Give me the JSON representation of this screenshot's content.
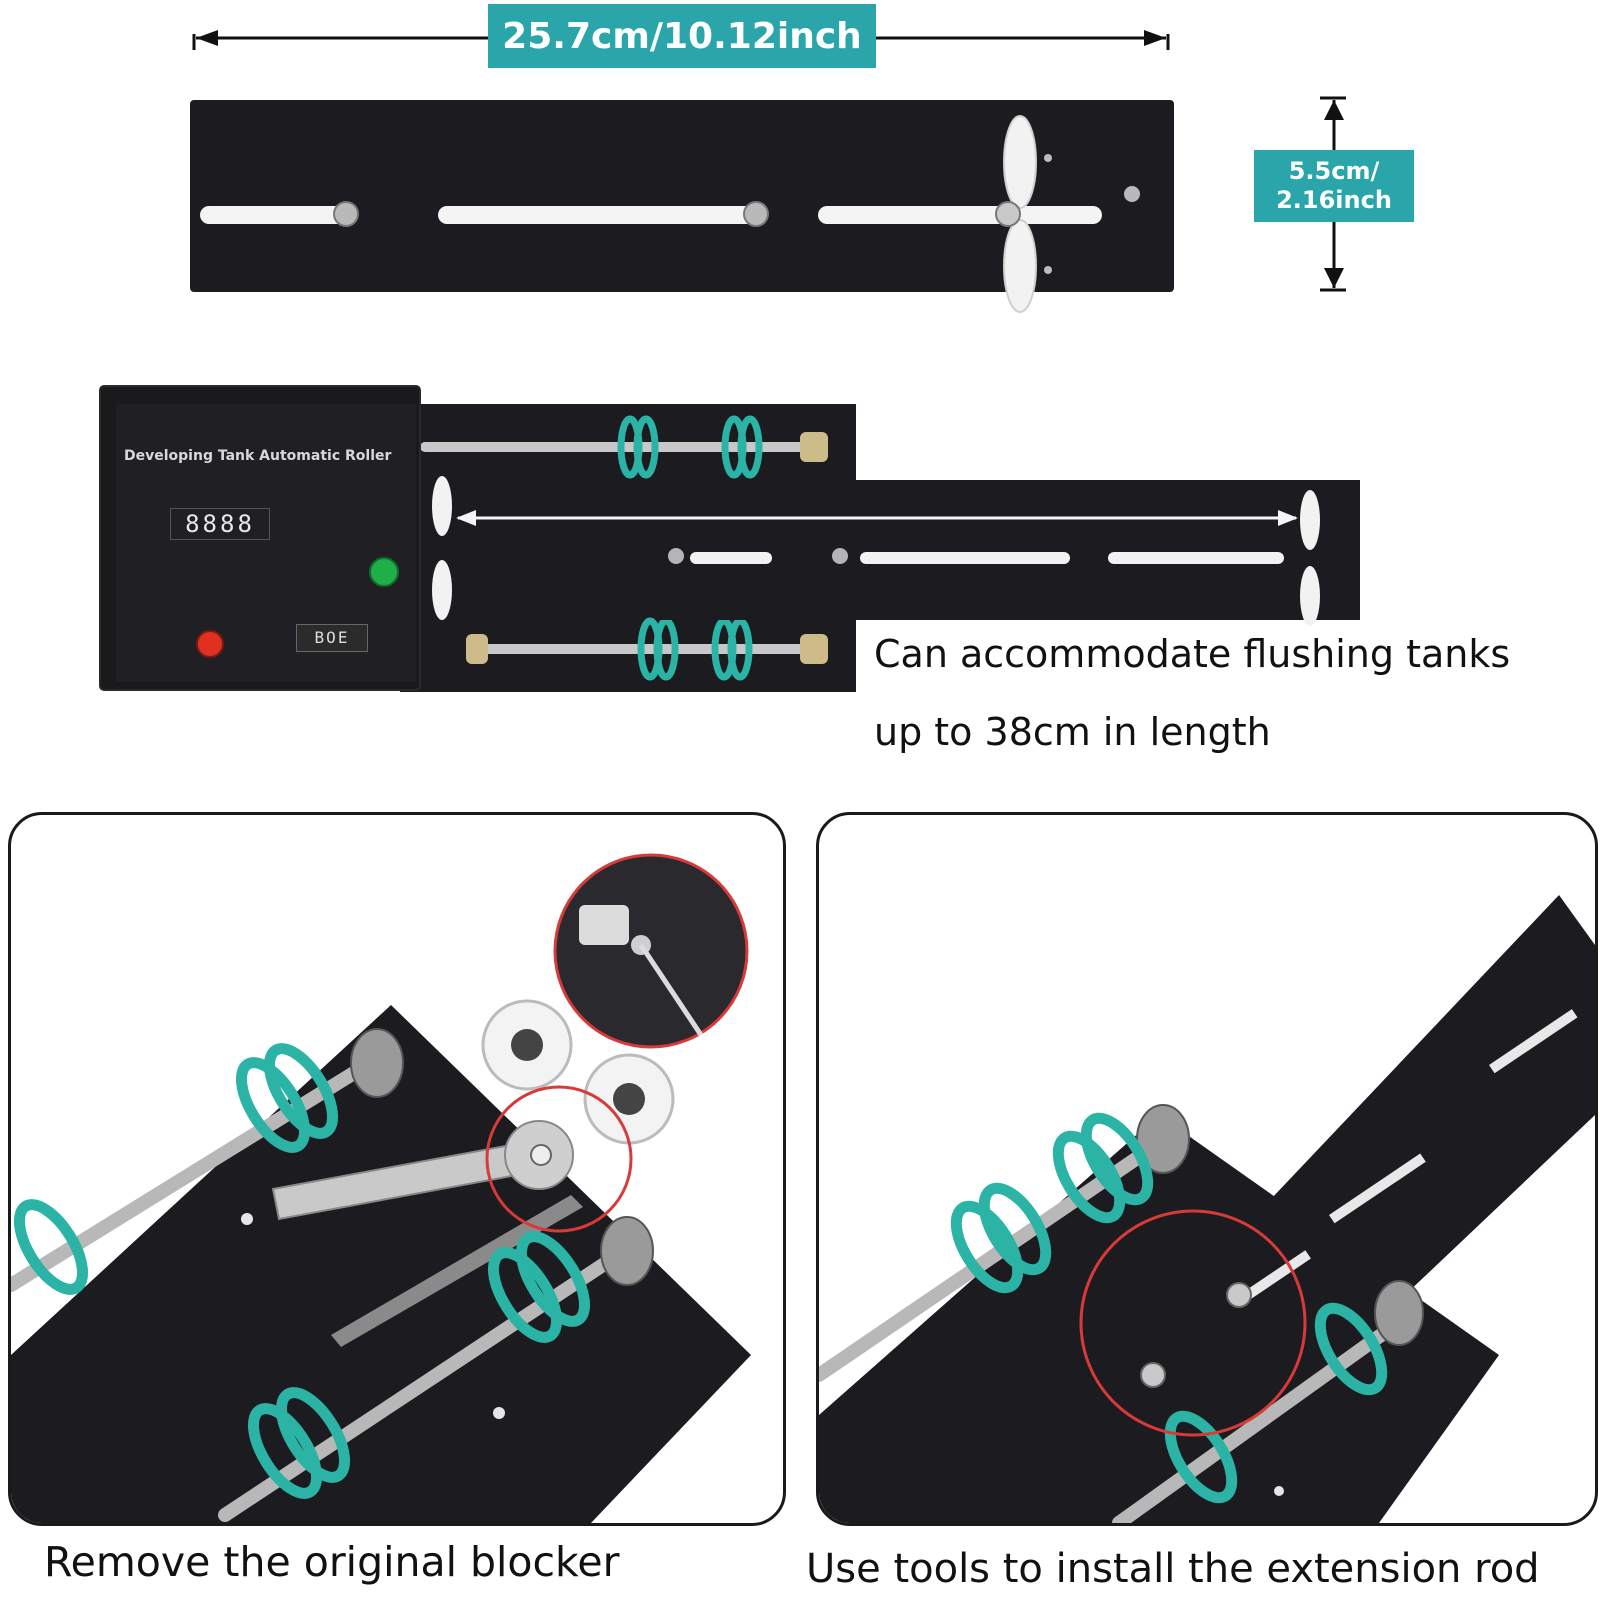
{
  "dimensions": {
    "length_label": "25.7cm/10.12inch",
    "width_label_line1": "5.5cm/",
    "width_label_line2": "2.16inch"
  },
  "device": {
    "title": "Developing Tank Automatic Roller",
    "display_digits": "8888",
    "switch_readout": "BOE"
  },
  "captions": {
    "accommodate_line1": "Can accommodate flushing tanks",
    "accommodate_line2": "up to 38cm in length",
    "remove_blocker": "Remove the original blocker",
    "install_rod": "Use tools to install the extension rod"
  },
  "colors": {
    "accent_teal": "#2aa6ab",
    "plate_black": "#1c1c20",
    "ring_teal": "#2bb3a6",
    "highlight_red": "#d83a3a",
    "start_green": "#1fae48",
    "off_red": "#e03020"
  }
}
